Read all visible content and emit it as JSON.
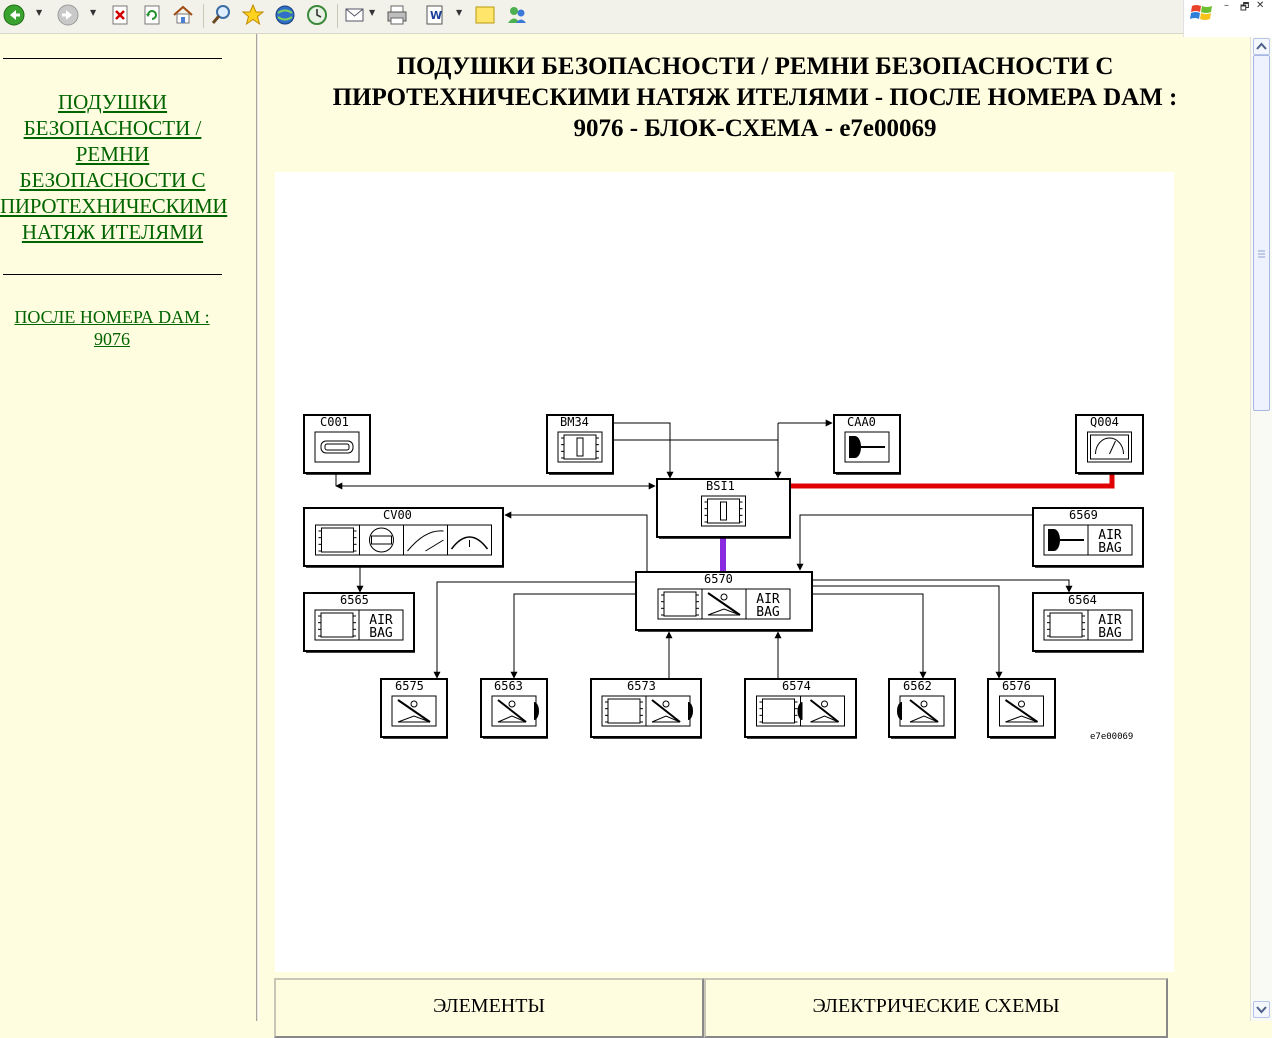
{
  "window": {
    "controls": {
      "minimize": "–",
      "restore": "🗗",
      "close": "✕"
    }
  },
  "toolbar": {
    "icons": [
      "back-icon",
      "forward-icon",
      "stop-icon",
      "refresh-icon",
      "home-icon",
      "search-icon",
      "favorites-icon",
      "media-icon",
      "history-icon",
      "mail-icon",
      "print-icon",
      "edit-icon",
      "notes-icon",
      "messenger-icon"
    ]
  },
  "sidebar": {
    "section_link": "ПОДУШКИ БЕЗОПАСНОСТИ / РЕМНИ БЕЗОПАСНОСТИ С ПИРОТЕХНИЧЕСКИМИ НАТЯЖ ИТЕЛЯМИ",
    "section_lines": [
      "ПОДУШКИ",
      "БЕЗОПАСНОСТИ /",
      "РЕМНИ",
      "БЕЗОПАСНОСТИ С",
      "ПИРОТЕХНИЧЕСКИМИ",
      "НАТЯЖ ИТЕЛЯМИ"
    ],
    "dam_lines": [
      "ПОСЛЕ НОМЕРА DAM :",
      "9076"
    ]
  },
  "main": {
    "title_lines": [
      "ПОДУШКИ БЕЗОПАСНОСТИ / РЕМНИ БЕЗОПАСНОСТИ С",
      "ПИРОТЕХНИЧЕСКИМИ НАТЯЖ ИТЕЛЯМИ - ПОСЛЕ НОМЕРА DAM :",
      "9076 - БЛОК-СХЕМА - e7e00069"
    ],
    "table": {
      "col1": "ЭЛЕМЕНТЫ",
      "col2": "ЭЛЕКТРИЧЕСКИЕ СХЕМЫ"
    }
  },
  "diagram": {
    "ref": "e7e00069",
    "airbag": [
      "AIR",
      "BAG"
    ],
    "components": {
      "c0001": "C001",
      "bm34": "BM34",
      "caa0": "CAA0",
      "q004": "Q004",
      "bsi1": "BSI1",
      "cv00": "CV00",
      "n6569": "6569",
      "n6570": "6570",
      "n6565": "6565",
      "n6564": "6564",
      "n6575": "6575",
      "n6563": "6563",
      "n6573": "6573",
      "n6574": "6574",
      "n6562": "6562",
      "n6576": "6576"
    },
    "colors": {
      "can_red": "#e00000",
      "link_purple": "#8a2be2",
      "accent_green": "#006400"
    }
  }
}
